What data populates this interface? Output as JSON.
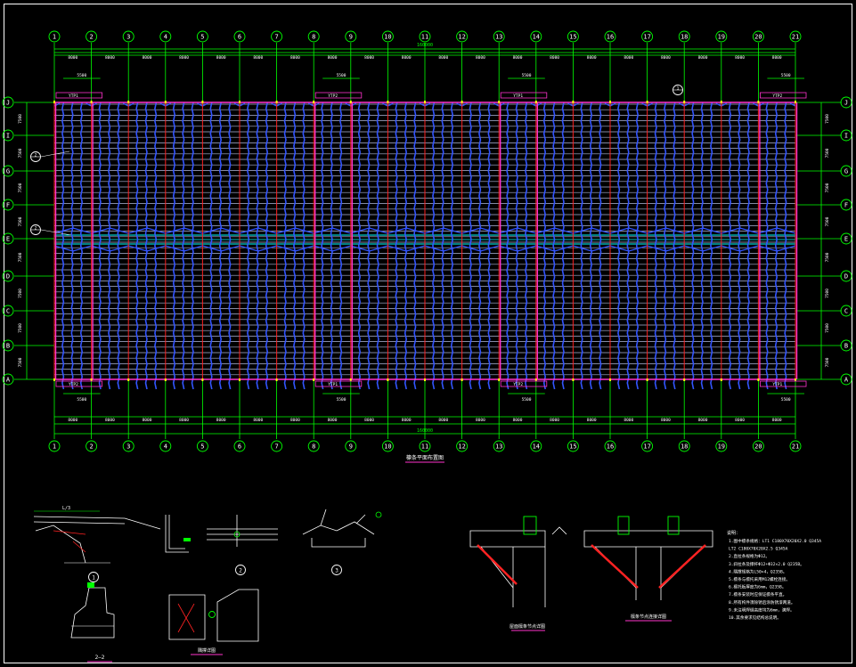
{
  "drawing": {
    "col_labels": [
      "1",
      "2",
      "3",
      "4",
      "5",
      "6",
      "7",
      "8",
      "9",
      "10",
      "11",
      "12",
      "13",
      "14",
      "15",
      "16",
      "17",
      "18",
      "19",
      "20",
      "21"
    ],
    "row_labels_top_to_bottom": [
      "J",
      "I",
      "G",
      "F",
      "E",
      "D",
      "C",
      "B",
      "A"
    ],
    "bay_dim": "8000",
    "overall_dim": "160000",
    "bracing_dim": "5500",
    "label_ytp1": "YTP1",
    "label_ytp2": "YTP2",
    "callout_1": "1",
    "callout_2": "2",
    "callout_3": "3",
    "plan_title": "檩条平面布置图",
    "section_title": "2—2",
    "detail_1_title": "①",
    "detail_2_title": "②",
    "detail_3_title": "③",
    "detail_4_title": "隅撑详图",
    "detail_5_title": "屋面檩条节点详图",
    "detail_6_title": "檩条节点连接详图",
    "notes_title": "说明：",
    "notes": [
      "1.图中檩条规格：LT1 C180X70X20X2.0 Q345A",
      "   LT2 C180X70X20X2.5 Q345A",
      "2.直拉条规格为Φ12。",
      "3.斜拉条及撑杆Φ12+Φ32×2.0 Q235B。",
      "4.隅撑规格为L50×4，Q235B。",
      "5.檩条与檩托采用M12螺栓连接。",
      "6.檩托板厚度为6mm，Q235B。",
      "7.檩条安装时应保证檩条平直。",
      "8.所有构件须除锈后涂防锈漆两道。",
      "9.未注明焊缝高度均为6mm，满焊。",
      "10.其余要求见结构总说明。"
    ]
  }
}
